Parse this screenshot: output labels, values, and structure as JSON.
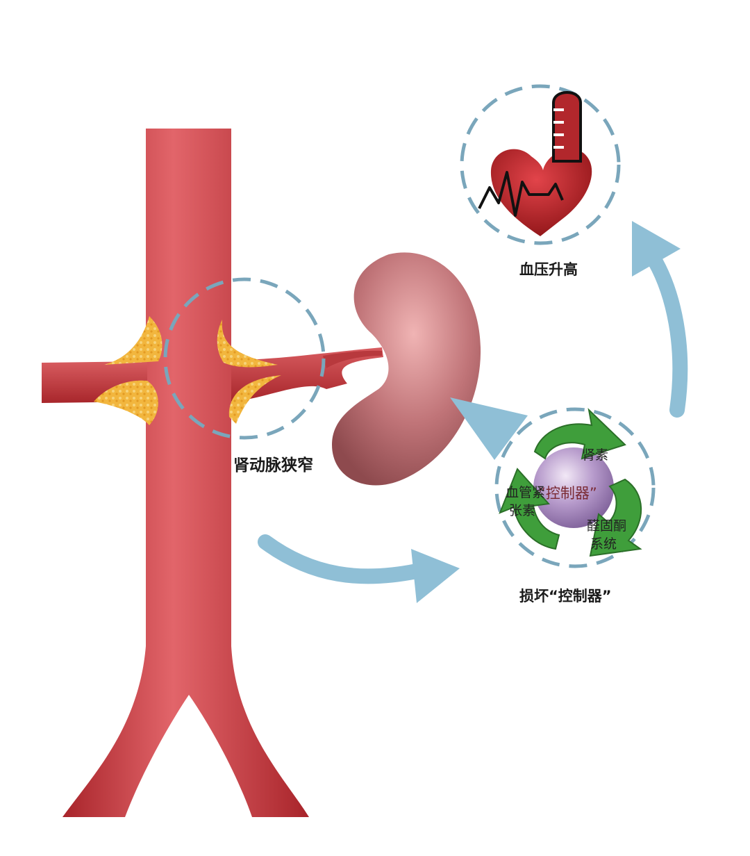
{
  "labels": {
    "stenosis": "肾动脉狭窄",
    "bp_rise": "血压升高",
    "damage": "损坏“控制器”"
  },
  "controller": {
    "center": "“控制器”",
    "renin": "肾素",
    "angiotensin_1": "血管紧",
    "angiotensin_2": "张素",
    "aldosterone_1": "醛固酮",
    "aldosterone_2": "系统"
  },
  "colors": {
    "artery": "#c8383c",
    "artery_dark": "#9e2226",
    "plaque": "#f0b43c",
    "kidney": "#b96a6e",
    "arrow": "#8fbfd6",
    "dash_circle": "#6f9db3",
    "recycle": "#3ea33a",
    "sphere": "#a98ac0",
    "heart": "#b51d22"
  }
}
